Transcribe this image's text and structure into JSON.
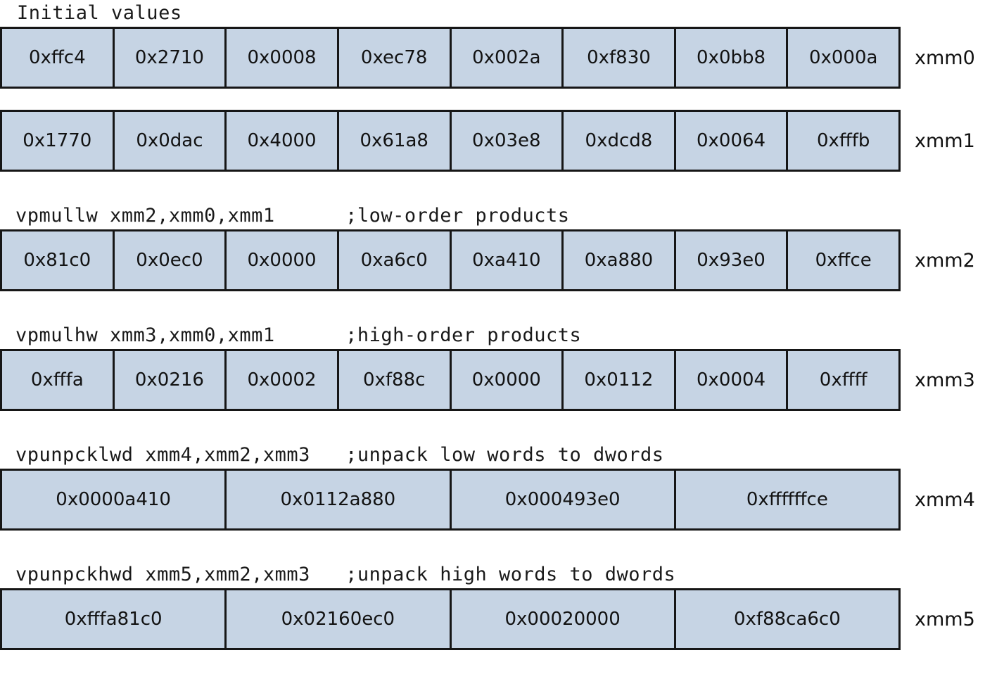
{
  "figure": {
    "title": "Initial values",
    "cell_fill_color": "#c6d4e4",
    "border_color": "#161616"
  },
  "sections": [
    {
      "heading": "Initial values",
      "register": "xmm0",
      "cells": [
        "0xffc4",
        "0x2710",
        "0x0008",
        "0xec78",
        "0x002a",
        "0xf830",
        "0x0bb8",
        "0x000a"
      ]
    },
    {
      "heading": "",
      "register": "xmm1",
      "cells": [
        "0x1770",
        "0x0dac",
        "0x4000",
        "0x61a8",
        "0x03e8",
        "0xdcd8",
        "0x0064",
        "0xfffb"
      ]
    },
    {
      "heading": "vpmullw xmm2,xmm0,xmm1      ;low-order products",
      "register": "xmm2",
      "cells": [
        "0x81c0",
        "0x0ec0",
        "0x0000",
        "0xa6c0",
        "0xa410",
        "0xa880",
        "0x93e0",
        "0xffce"
      ]
    },
    {
      "heading": "vpmulhw xmm3,xmm0,xmm1      ;high-order products",
      "register": "xmm3",
      "cells": [
        "0xfffa",
        "0x0216",
        "0x0002",
        "0xf88c",
        "0x0000",
        "0x0112",
        "0x0004",
        "0xffff"
      ]
    },
    {
      "heading": "vpunpcklwd xmm4,xmm2,xmm3   ;unpack low words to dwords",
      "register": "xmm4",
      "cells": [
        "0x0000a410",
        "0x0112a880",
        "0x000493e0",
        "0xffffffce"
      ]
    },
    {
      "heading": "vpunpckhwd xmm5,xmm2,xmm3   ;unpack high words to dwords",
      "register": "xmm5",
      "cells": [
        "0xfffa81c0",
        "0x02160ec0",
        "0x00020000",
        "0xf88ca6c0"
      ]
    }
  ]
}
